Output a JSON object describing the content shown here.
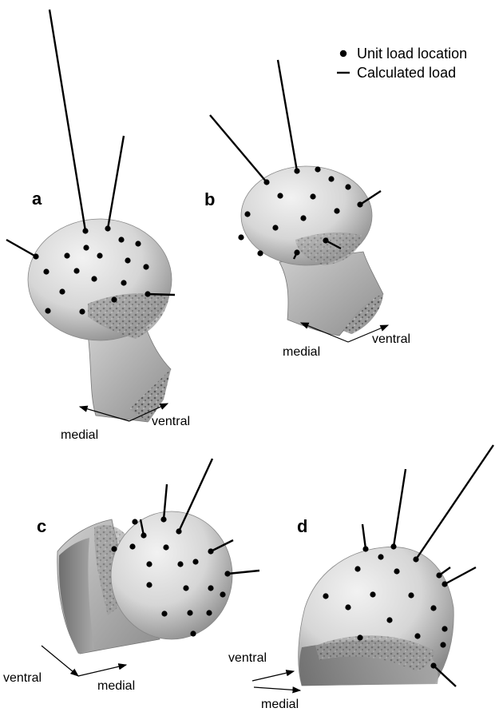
{
  "legend": {
    "unit_load_label": "Unit load location",
    "calculated_load_label": "Calculated load"
  },
  "panels": [
    {
      "id": "a",
      "label": "a",
      "dir_labels": [
        "medial",
        "ventral"
      ]
    },
    {
      "id": "b",
      "label": "b",
      "dir_labels": [
        "medial",
        "ventral"
      ]
    },
    {
      "id": "c",
      "label": "c",
      "dir_labels": [
        "ventral",
        "medial"
      ]
    },
    {
      "id": "d",
      "label": "d",
      "dir_labels": [
        "ventral",
        "medial"
      ]
    }
  ],
  "colors": {
    "bone_light": "#e6e6e6",
    "bone_mid": "#bdbdbd",
    "bone_dark": "#7a7a7a",
    "marker": "#000000"
  }
}
